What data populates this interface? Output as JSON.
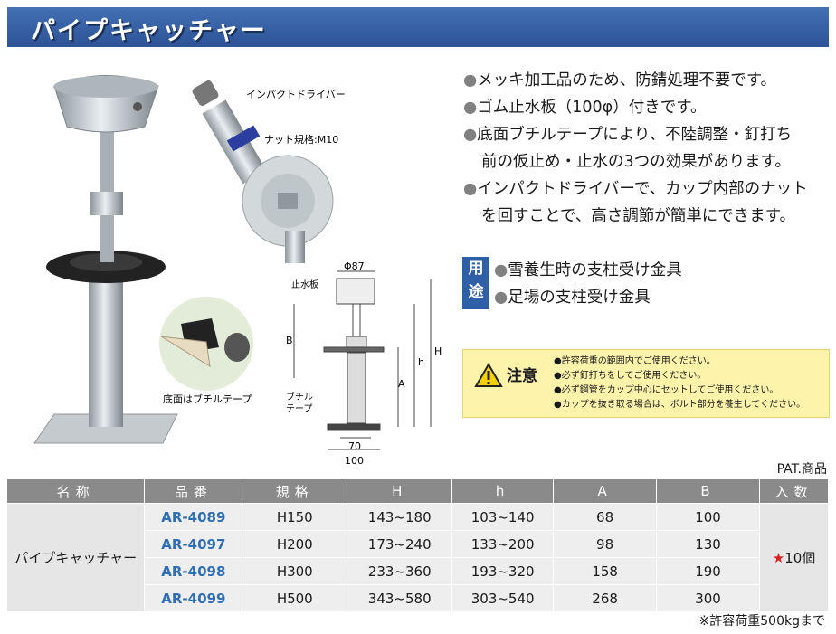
{
  "title": "パイプキャッチャー",
  "figure": {
    "callout_driver": "インパクトドライバー",
    "callout_nut": "ナット規格:M10",
    "callout_tape": "底面はブチルテープ",
    "dim_phi": "Φ87",
    "dim_plate": "止水板",
    "dim_B": "B",
    "dim_h": "h",
    "dim_H": "H",
    "dim_A": "A",
    "dim_tape_1": "ブチル",
    "dim_tape_2": "テープ",
    "dim_70": "70",
    "dim_100": "100"
  },
  "features": [
    {
      "bullet": "●",
      "text": "メッキ加工品のため、防錆処理不要です。"
    },
    {
      "bullet": "●",
      "text": "ゴム止水板（100φ）付きです。"
    },
    {
      "bullet": "●",
      "text": "底面ブチルテープにより、不陸調整・釘打ち"
    },
    {
      "bullet": "",
      "text": "前の仮止め・止水の3つの効果があります。"
    },
    {
      "bullet": "●",
      "text": "インパクトドライバーで、カップ内部のナット"
    },
    {
      "bullet": "",
      "text": "を回すことで、高さ調節が簡単にできます。"
    }
  ],
  "uses_label": "用途",
  "uses": [
    {
      "bullet": "●",
      "text": "雪養生時の支柱受け金具"
    },
    {
      "bullet": "●",
      "text": "足場の支柱受け金具"
    }
  ],
  "caution": {
    "label": "注意",
    "items": [
      "●許容荷重の範囲内でご使用ください。",
      "●必ず釘打ちをしてご使用ください。",
      "●必ず鋼管をカップ中心にセットしてご使用ください。",
      "●カップを抜き取る場合は、ボルト部分を養生してください。"
    ]
  },
  "pat_label": "PAT.商品",
  "table": {
    "headers": [
      "名称",
      "品番",
      "規格",
      "H",
      "h",
      "A",
      "B",
      "入数"
    ],
    "product_name": "パイプキャッチャー",
    "quantity_star": "★",
    "quantity": "10個",
    "rows": [
      {
        "code": "AR-4089",
        "spec": "H150",
        "H": "143~180",
        "h": "103~140",
        "A": "68",
        "B": "100"
      },
      {
        "code": "AR-4097",
        "spec": "H200",
        "H": "173~240",
        "h": "133~200",
        "A": "98",
        "B": "130"
      },
      {
        "code": "AR-4098",
        "spec": "H300",
        "H": "233~360",
        "h": "193~320",
        "A": "158",
        "B": "190"
      },
      {
        "code": "AR-4099",
        "spec": "H500",
        "H": "343~580",
        "h": "303~540",
        "A": "268",
        "B": "300"
      }
    ]
  },
  "footnote": "※許容荷重500kgまで",
  "colors": {
    "title_bar": "#2c5396",
    "code_text": "#2f6eb3",
    "caution_bg": "#fdf3ab",
    "table_header": "#8a8a8a",
    "star": "#d92020"
  }
}
